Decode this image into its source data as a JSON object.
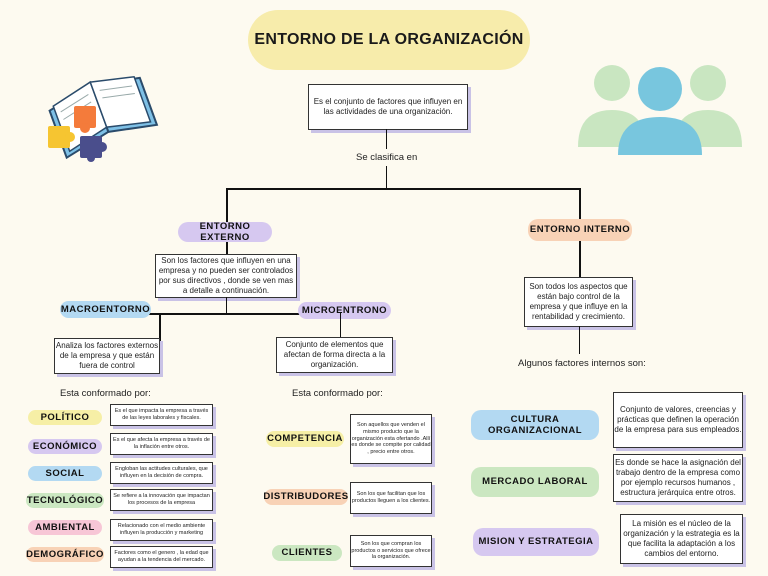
{
  "title": "ENTORNO DE LA ORGANIZACIÓN",
  "definition": "Es el conjunto de factores que influyen en las actividades de una organización.",
  "classify_label": "Se clasifica en",
  "externo": {
    "label": "ENTORNO EXTERNO",
    "description": "Son los factores que influyen en una empresa y no pueden ser controlados por sus directivos , donde se ven mas a detalle a continuación.",
    "macro": {
      "label": "MACROENTORNO",
      "description": "Analiza los factores externos de la empresa y que están fuera de control",
      "conformado": "Esta conformado por:",
      "factors": [
        {
          "label": "POLÍTICO",
          "color": "#f6efa6",
          "text": "Es el que impacta la empresa a través de las leyes laborales y fiscales."
        },
        {
          "label": "ECONÓMICO",
          "color": "#d6c8f0",
          "text": "Es el que afecta la empresa a través de la inflación entre otros."
        },
        {
          "label": "SOCIAL",
          "color": "#b3d9f2",
          "text": "Engloban las actitudes culturales, que influyen en la decisión de compra."
        },
        {
          "label": "TECNOLÓGICO",
          "color": "#cbe7c1",
          "text": "Se refiere a la innovación que impactan los procesos de la empresa"
        },
        {
          "label": "AMBIENTAL",
          "color": "#f7c6d6",
          "text": "Relacionado con el medio ambiente influyen la producción y marketing"
        },
        {
          "label": "DEMOGRÁFICO",
          "color": "#f8d2b6",
          "text": "Factores como el genero , la edad que ayudan a la tendencia del mercado."
        }
      ]
    },
    "micro": {
      "label": "MICROENTRONO",
      "description": "Conjunto de elementos que afectan de forma directa a la organización.",
      "conformado": "Esta conformado por:",
      "factors": [
        {
          "label": "COMPETENCIA",
          "color": "#f6efa6",
          "text": "Son aquellos que venden el mismo producto que la organización esta ofertando .Allí es donde se compite por calidad , precio entre otros."
        },
        {
          "label": "DISTRIBUDORES",
          "color": "#f8d2b6",
          "text": "Son los que facilitan que los productos lleguen a los clientes."
        },
        {
          "label": "CLIENTES",
          "color": "#cbe7c1",
          "text": "Son los que compran los productos o servicios que ofrece la organización."
        }
      ]
    }
  },
  "interno": {
    "label": "ENTORNO INTERNO",
    "description": "Son todos los aspectos que están bajo control de la empresa y que influye en la rentabilidad y crecimiento.",
    "algunos": "Algunos factores internos son:",
    "factors": [
      {
        "label": "CULTURA ORGANIZACIONAL",
        "color": "#b3d9f2",
        "text": "Conjunto de valores, creencias y prácticas que definen la operación de la empresa para sus empleados."
      },
      {
        "label": "MERCADO LABORAL",
        "color": "#cbe7c1",
        "text": "Es donde se hace la asignación del trabajo dentro de la empresa como por ejemplo recursos humanos , estructura jerárquica entre otros."
      },
      {
        "label": "MISION Y ESTRATEGIA",
        "color": "#d6c8f0",
        "text": "La misión es el núcleo de la organización y la estrategia es la que facilita la adaptación a los cambios del entorno."
      }
    ]
  }
}
